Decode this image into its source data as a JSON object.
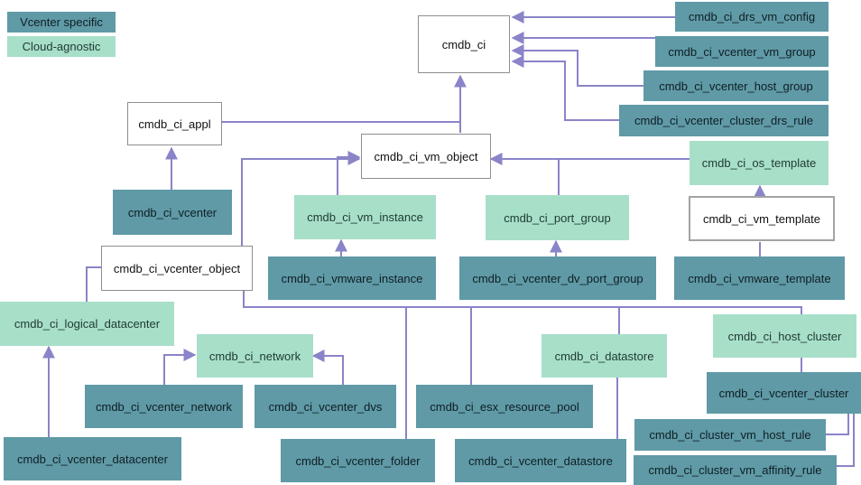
{
  "legend": {
    "vcenter_label": "Vcenter specific",
    "cloud_label": "Cloud-agnostic",
    "vcenter_color": "#5f9aa6",
    "cloud_color": "#a8dfc9"
  },
  "nodes": {
    "cmdb_ci": "cmdb_ci",
    "cmdb_ci_appl": "cmdb_ci_appl",
    "cmdb_ci_vm_object": "cmdb_ci_vm_object",
    "cmdb_ci_vcenter": "cmdb_ci_vcenter",
    "cmdb_ci_vcenter_object": "cmdb_ci_vcenter_object",
    "cmdb_ci_vm_instance": "cmdb_ci_vm_instance",
    "cmdb_ci_vmware_instance": "cmdb_ci_vmware_instance",
    "cmdb_ci_port_group": "cmdb_ci_port_group",
    "cmdb_ci_vcenter_dv_port_group": "cmdb_ci_vcenter_dv_port_group",
    "cmdb_ci_os_template": "cmdb_ci_os_template",
    "cmdb_ci_vm_template": "cmdb_ci_vm_template",
    "cmdb_ci_vmware_template": "cmdb_ci_vmware_template",
    "cmdb_ci_drs_vm_config": "cmdb_ci_drs_vm_config",
    "cmdb_ci_vcenter_vm_group": "cmdb_ci_vcenter_vm_group",
    "cmdb_ci_vcenter_host_group": "cmdb_ci_vcenter_host_group",
    "cmdb_ci_vcenter_cluster_drs_rule": "cmdb_ci_vcenter_cluster_drs_rule",
    "cmdb_ci_logical_datacenter": "cmdb_ci_logical_datacenter",
    "cmdb_ci_vcenter_datacenter": "cmdb_ci_vcenter_datacenter",
    "cmdb_ci_network": "cmdb_ci_network",
    "cmdb_ci_vcenter_network": "cmdb_ci_vcenter_network",
    "cmdb_ci_vcenter_dvs": "cmdb_ci_vcenter_dvs",
    "cmdb_ci_vcenter_folder": "cmdb_ci_vcenter_folder",
    "cmdb_ci_esx_resource_pool": "cmdb_ci_esx_resource_pool",
    "cmdb_ci_datastore": "cmdb_ci_datastore",
    "cmdb_ci_vcenter_datastore": "cmdb_ci_vcenter_datastore",
    "cmdb_ci_host_cluster": "cmdb_ci_host_cluster",
    "cmdb_ci_vcenter_cluster": "cmdb_ci_vcenter_cluster",
    "cmdb_ci_cluster_vm_host_rule": "cmdb_ci_cluster_vm_host_rule",
    "cmdb_ci_cluster_vm_affinity_rule": "cmdb_ci_cluster_vm_affinity_rule"
  },
  "colors": {
    "connector": "#8a84c8"
  }
}
